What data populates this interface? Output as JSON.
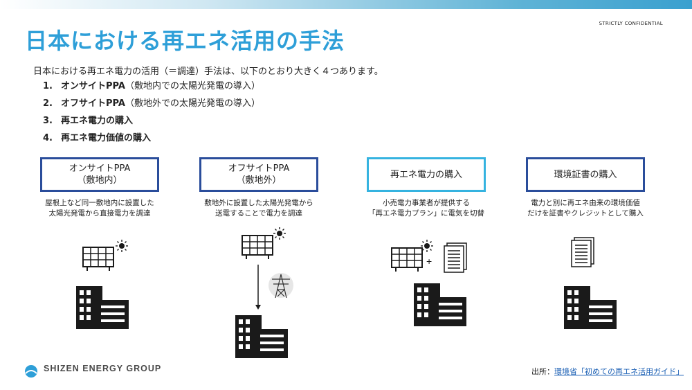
{
  "header": {
    "confidential": "STRICTLY CONFIDENTIAL",
    "title": "日本における再エネ活用の手法"
  },
  "intro": "日本における再エネ電力の活用（＝調達）手法は、以下のとおり大きく４つあります。",
  "methods": [
    {
      "num": "1.",
      "name": "オンサイトPPA",
      "note": "（敷地内での太陽光発電の導入）"
    },
    {
      "num": "2.",
      "name": "オフサイトPPA",
      "note": "（敷地外での太陽光発電の導入）"
    },
    {
      "num": "3.",
      "name": "再エネ電力の購入",
      "note": ""
    },
    {
      "num": "4.",
      "name": "再エネ電力価値の購入",
      "note": ""
    }
  ],
  "cards": [
    {
      "line1": "オンサイトPPA",
      "line2": "（敷地内）",
      "desc1": "屋根上など同一敷地内に設置した",
      "desc2": "太陽光発電から直接電力を調達"
    },
    {
      "line1": "オフサイトPPA",
      "line2": "（敷地外）",
      "desc1": "敷地外に設置した太陽光発電から",
      "desc2": "送電することで電力を調達"
    },
    {
      "line1": "再エネ電力の購入",
      "line2": "",
      "desc1": "小売電力事業者が提供する",
      "desc2": "「再エネ電力プラン」に電気を切替"
    },
    {
      "line1": "環境証書の購入",
      "line2": "",
      "desc1": "電力と別に再エネ由来の環境価値",
      "desc2": "だけを証書やクレジットとして購入"
    }
  ],
  "plus_sign": "+",
  "footer": {
    "logo_text": "SHIZEN ENERGY GROUP",
    "source_label": "出所：",
    "source_link": "環境省「初めての再エネ活用ガイド」"
  },
  "colors": {
    "title": "#2e9fd8",
    "box_border_dark": "#2a4d9b",
    "box_border_light": "#35b3e0",
    "building": "#1a1a1a"
  },
  "icons": [
    "solar-panel-icon",
    "sun-icon",
    "building-icon",
    "document-icon",
    "transmission-tower-icon",
    "arrow-down-icon",
    "logo-icon"
  ]
}
